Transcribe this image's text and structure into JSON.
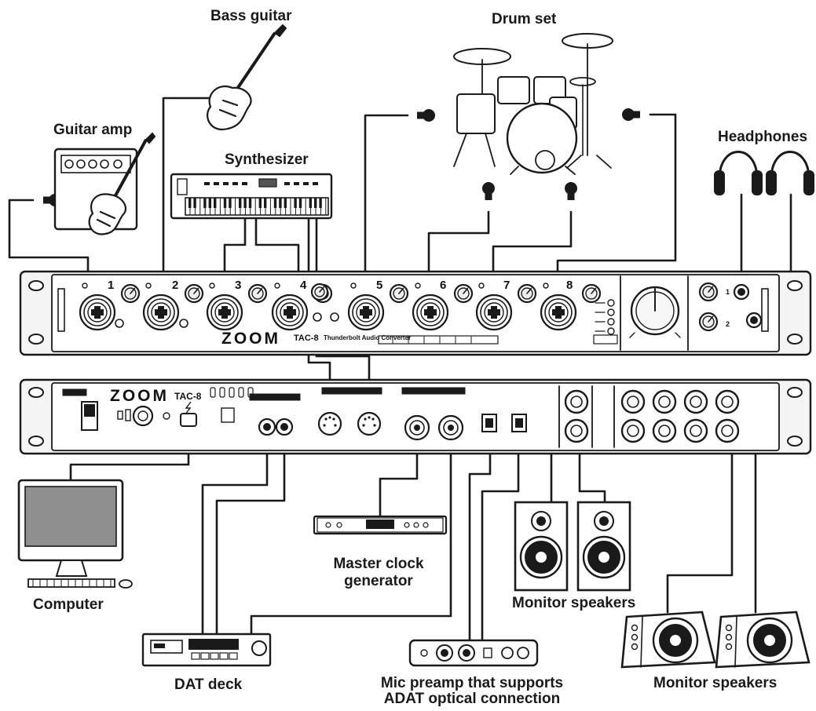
{
  "labels": {
    "bass_guitar": "Bass guitar",
    "drum_set": "Drum set",
    "guitar_amp": "Guitar amp",
    "synthesizer": "Synthesizer",
    "headphones": "Headphones",
    "computer": "Computer",
    "master_clock_line1": "Master clock",
    "master_clock_line2": "generator",
    "monitor_speakers_top": "Monitor speakers",
    "dat_deck": "DAT deck",
    "mic_preamp_line1": "Mic preamp that supports",
    "mic_preamp_line2": "ADAT optical connection",
    "monitor_speakers_bottom": "Monitor speakers"
  },
  "device": {
    "brand": "ZOOM",
    "model": "TAC-8",
    "tagline": "Thunderbolt Audio Converter",
    "channels": [
      "1",
      "2",
      "3",
      "4",
      "5",
      "6",
      "7",
      "8"
    ],
    "phones": [
      "1",
      "2"
    ]
  },
  "colors": {
    "line": "#1a1a1a",
    "panel": "#f4f4f4",
    "screen": "#8f8f8f"
  }
}
